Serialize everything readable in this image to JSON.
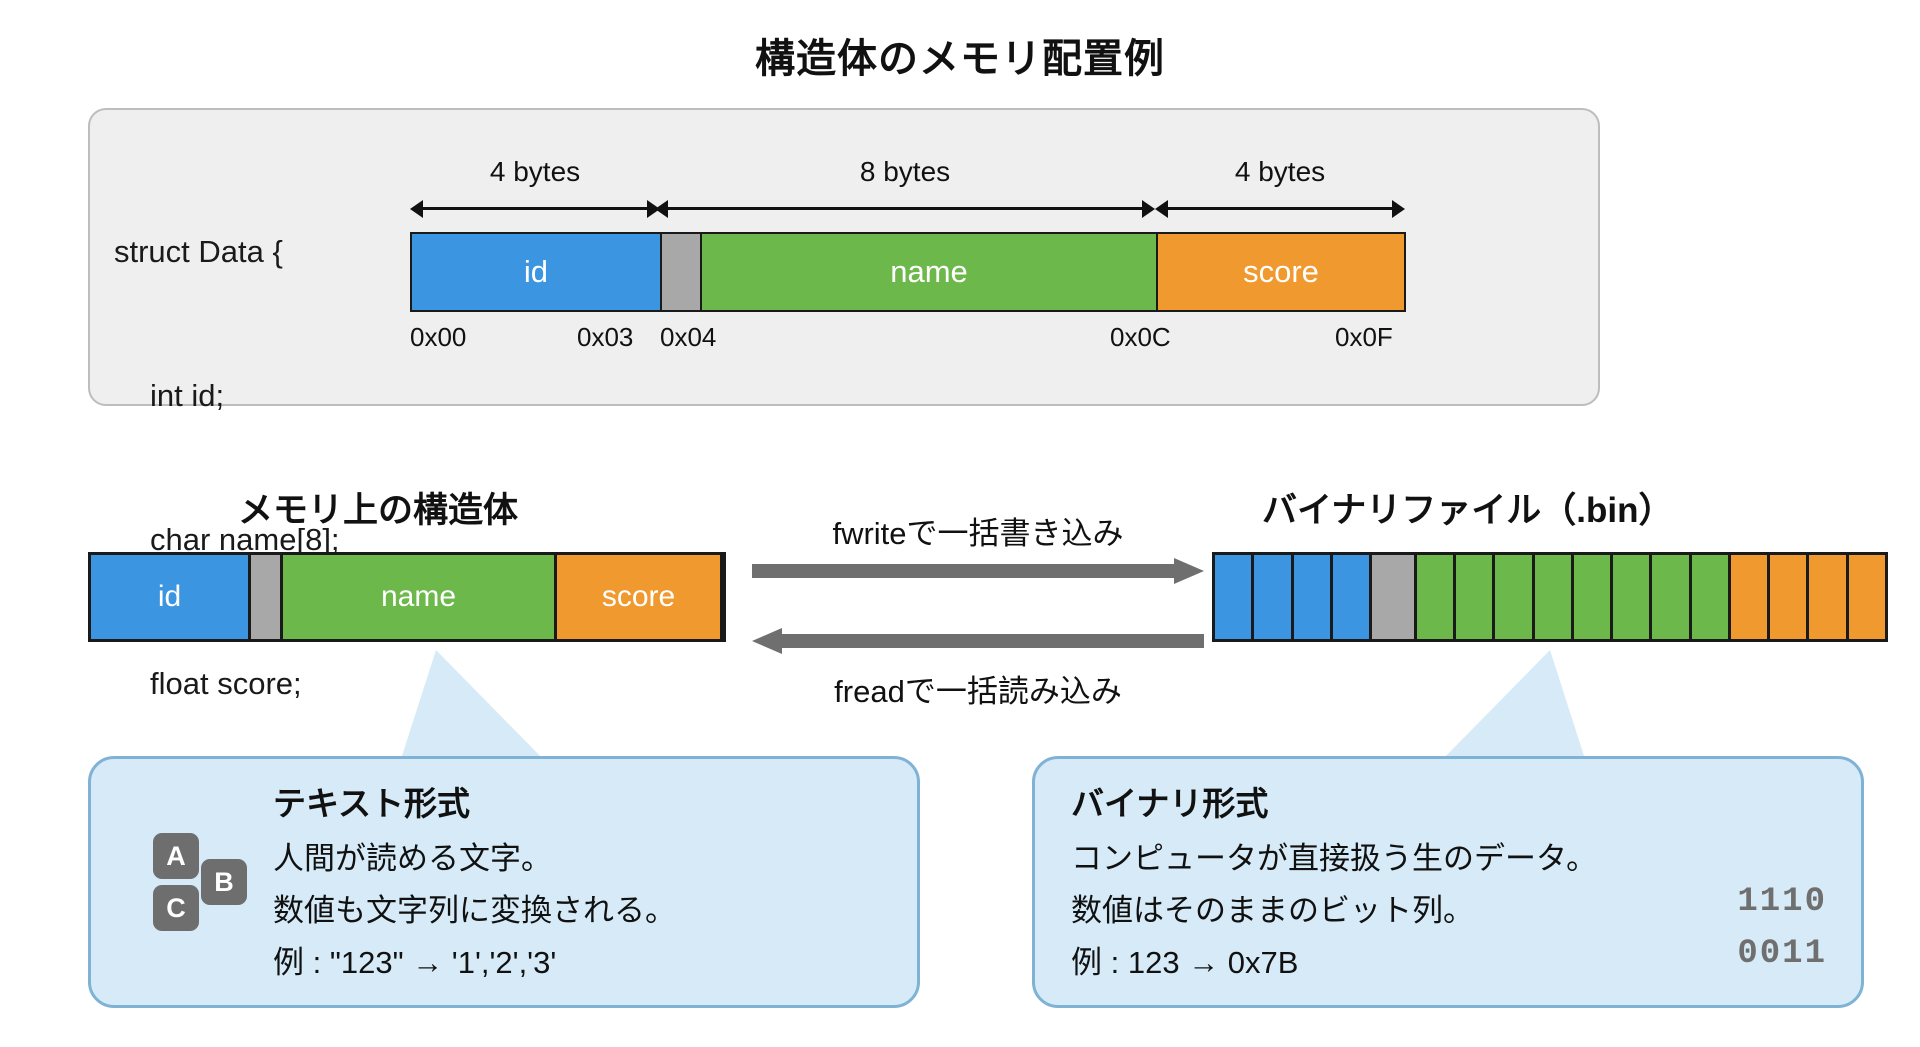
{
  "title": "構造体のメモリ配置例",
  "struct_card": {
    "code_lines": [
      "struct Data {",
      "int id;",
      "char name[8];",
      "float score;",
      "};"
    ],
    "byte_spans": [
      {
        "label": "4 bytes"
      },
      {
        "label": "8 bytes"
      },
      {
        "label": "4 bytes"
      }
    ],
    "memory_cells": [
      {
        "label": "id",
        "color": "blue"
      },
      {
        "label": "",
        "color": "gray"
      },
      {
        "label": "name",
        "color": "green"
      },
      {
        "label": "score",
        "color": "orange"
      }
    ],
    "addresses": [
      "0x00",
      "0x03",
      "0x04",
      "0x0C",
      "0x0F"
    ]
  },
  "middle": {
    "left_heading": "メモリ上の構造体",
    "right_heading": "バイナリファイル（.bin）",
    "struct_cells": [
      {
        "label": "id",
        "color": "blue"
      },
      {
        "label": "",
        "color": "gray"
      },
      {
        "label": "name",
        "color": "green"
      },
      {
        "label": "score",
        "color": "orange"
      }
    ],
    "binary_cells": [
      "blue",
      "blue",
      "blue",
      "blue",
      "gray",
      "green",
      "green",
      "green",
      "green",
      "green",
      "green",
      "green",
      "green",
      "orange",
      "orange",
      "orange",
      "orange"
    ],
    "write_label": "fwriteで一括書き込み",
    "read_label": "freadで一括読み込み"
  },
  "callouts": {
    "text_format": {
      "title": "テキスト形式",
      "lines": [
        "人間が読める文字。",
        "数値も文字列に変換される。",
        "例 : \"123\" → '1','2','3'"
      ],
      "tiles": [
        "A",
        "B",
        "C"
      ]
    },
    "binary_format": {
      "title": "バイナリ形式",
      "lines": [
        "コンピュータが直接扱う生のデータ。",
        "数値はそのままのビット列。",
        "例 : 123 → 0x7B"
      ],
      "bits": [
        "1110",
        "0011"
      ]
    }
  },
  "colors": {
    "blue": "#3b95e0",
    "green": "#6cb84a",
    "orange": "#f0992e",
    "gray": "#a8a8a8",
    "bubble_fill": "#d6ebf7",
    "bubble_border": "#7fb2d4",
    "arrow": "#6f6f6f",
    "card_bg": "#efefef"
  }
}
